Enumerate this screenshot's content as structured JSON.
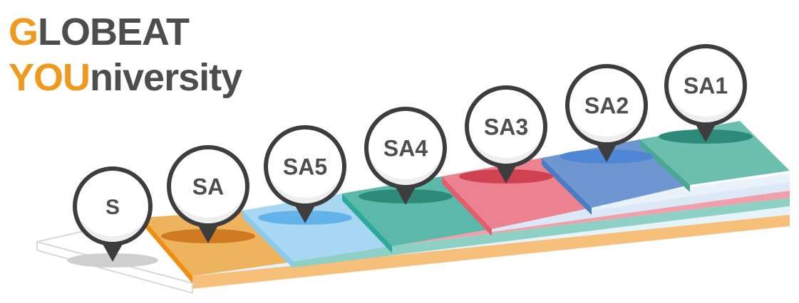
{
  "logo": {
    "line1_accent": "G",
    "line1_rest": "LOBEAT",
    "line2_accent": "YOU",
    "line2_rest": "niversity"
  },
  "colors": {
    "accent": "#ef9a1d",
    "text": "#4d4d4d"
  },
  "steps": [
    {
      "label": "S",
      "color": "#ffffff",
      "side": "#d9d9d9",
      "shadow": "#cfcfcf"
    },
    {
      "label": "SA",
      "color": "#eeb35d",
      "side": "#ee8f12",
      "shadow": "#d07a22"
    },
    {
      "label": "SA5",
      "color": "#a8d7f3",
      "side": "#8cc9ee",
      "shadow": "#63b3ea"
    },
    {
      "label": "SA4",
      "color": "#5ab9a9",
      "side": "#2ea898",
      "shadow": "#2e8a78"
    },
    {
      "label": "SA3",
      "color": "#ec8290",
      "side": "#e25d6d",
      "shadow": "#d0424f"
    },
    {
      "label": "SA2",
      "color": "#6e97d2",
      "side": "#4a7cc6",
      "shadow": "#4f87d6"
    },
    {
      "label": "SA1",
      "color": "#6cbfaf",
      "side": "#4aa895",
      "shadow": "#2e8a78"
    }
  ]
}
